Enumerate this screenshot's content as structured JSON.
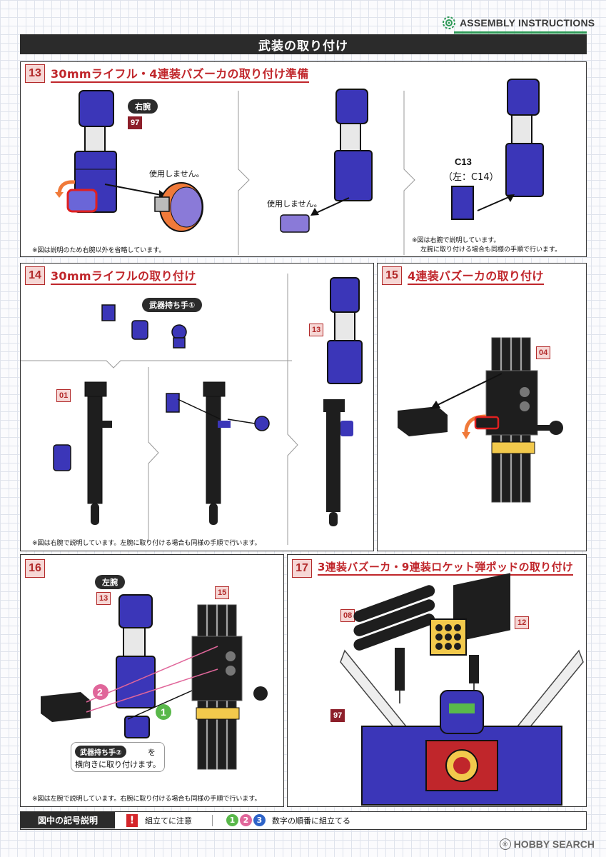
{
  "header": {
    "brand": "ASSEMBLY INSTRUCTIONS"
  },
  "section_title": "武装の取り付け",
  "steps": [
    {
      "number": "13",
      "title": "30mmライフル・4連装バズーカの取り付け準備",
      "labels": {
        "right_arm": "右腕",
        "part_97": "97",
        "not_used_1": "使用しません。",
        "not_used_2": "使用しません。",
        "part_c13": "C13",
        "part_c14": "（左：C14）"
      },
      "notes": [
        "※図は説明のため右腕以外を省略しています。",
        "※図は右腕で説明しています。",
        "左腕に取り付ける場合も同様の手順で行います。"
      ]
    },
    {
      "number": "14",
      "title": "30mmライフルの取り付け",
      "labels": {
        "weapon_hand": "武器持ち手①",
        "part_01": "01",
        "part_13": "13"
      },
      "notes": [
        "※図は右腕で説明しています。左腕に取り付ける場合も同様の手順で行います。"
      ]
    },
    {
      "number": "15",
      "title": "4連装バズーカの取り付け",
      "labels": {
        "part_04": "04"
      }
    },
    {
      "number": "16",
      "title": "",
      "labels": {
        "left_arm": "左腕",
        "part_13": "13",
        "part_15": "15",
        "order_1": "1",
        "order_2": "2",
        "callout_part": "武器持ち手②",
        "callout_text_1": "を",
        "callout_text_2": "横向きに取り付けます。"
      },
      "notes": [
        "※図は左腕で説明しています。右腕に取り付ける場合も同様の手順で行います。"
      ]
    },
    {
      "number": "17",
      "title": "3連装バズーカ・9連装ロケット弾ポッドの取り付け",
      "labels": {
        "part_08": "08",
        "part_12": "12",
        "part_97": "97"
      }
    }
  ],
  "legend": {
    "key": "図中の記号説明",
    "caution_mark": "!",
    "caution_text": "組立てに注意",
    "order_marks": [
      "1",
      "2",
      "3"
    ],
    "order_text": "数字の順番に組立てる"
  },
  "footer": {
    "brand": "HOBBY SEARCH"
  },
  "colors": {
    "accent_red": "#c0262b",
    "part_blue": "#3b36b8",
    "green": "#2e9a57",
    "yellow": "#f2c94c"
  }
}
